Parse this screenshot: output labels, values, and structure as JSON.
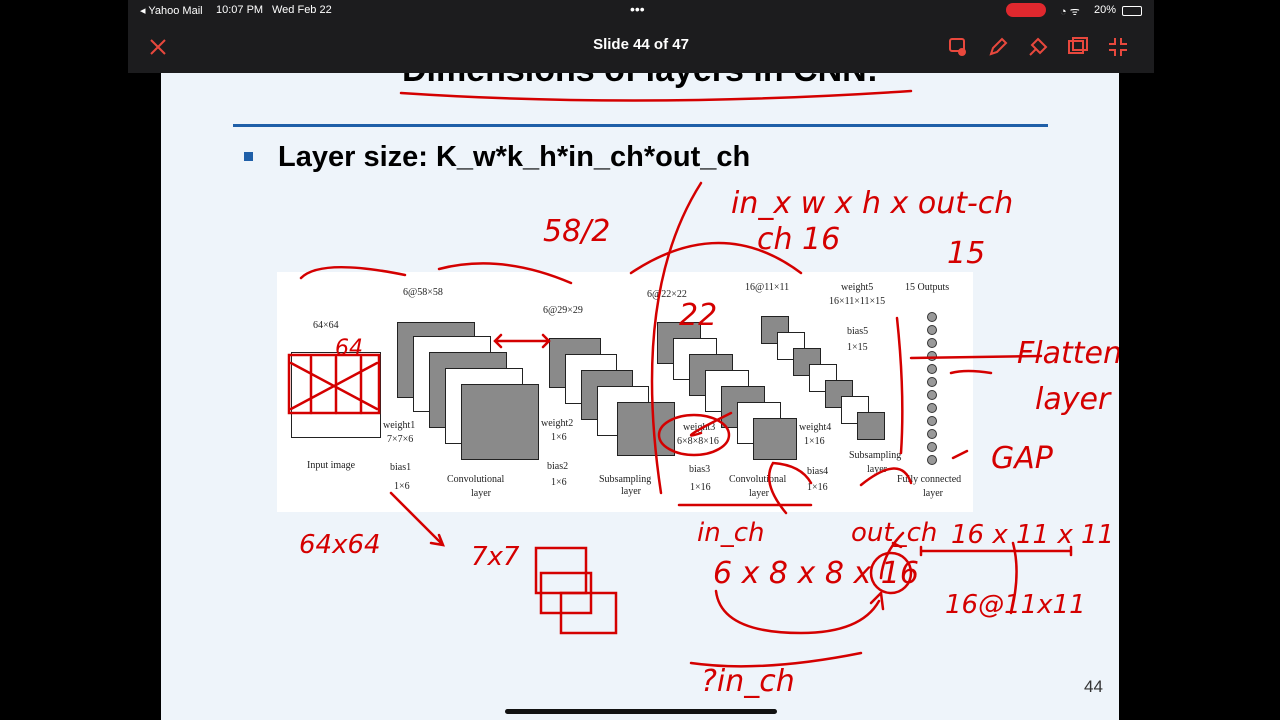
{
  "status": {
    "carrier": "◂ Yahoo Mail",
    "time": "10:07 PM",
    "date": "Wed Feb 22",
    "battery": "20%"
  },
  "toolbar": {
    "title": "Slide 44 of 47"
  },
  "slide": {
    "title": "Dimensions of layers in CNN:",
    "bullet": "Layer size: K_w*k_h*in_ch*out_ch",
    "page_number": "44"
  },
  "diagram": {
    "input_size": "64×64",
    "input_label": "Input image",
    "c1_size": "6@58×58",
    "c1_weight": "weight1",
    "c1_weight_dim": "7×7×6",
    "c1_bias": "bias1",
    "c1_bias_dim": "1×6",
    "c1_label_1": "Convolutional",
    "c1_label_2": "layer",
    "s1_size": "6@29×29",
    "s1_weight": "weight2",
    "s1_weight_dim": "1×6",
    "s1_bias": "bias2",
    "s1_bias_dim": "1×6",
    "s1_label_1": "Subsampling",
    "s1_label_2": "layer",
    "c2_size": "6@22×22",
    "c2_weight": "weight3",
    "c2_weight_dim": "6×8×8×16",
    "c2_bias": "bias3",
    "c2_bias_dim": "1×16",
    "c2_label_1": "Convolutional",
    "c2_label_2": "layer",
    "s2_size": "16@11×11",
    "s2_weight": "weight4",
    "s2_weight_dim": "1×16",
    "s2_bias": "bias4",
    "s2_bias_dim": "1×16",
    "s2_label_1": "Subsampling",
    "s2_label_2": "layer",
    "fc_weight": "weight5",
    "fc_weight_dim": "16×11×11×15",
    "fc_bias": "bias5",
    "fc_bias_dim": "1×15",
    "fc_outputs": "15 Outputs",
    "fc_label_1": "Fully connected",
    "fc_label_2": "layer"
  },
  "handwriting": {
    "formula": "in_x w x h x out-ch",
    "ch16": "ch 16",
    "n15": "15",
    "half": "58/2",
    "n22": "22",
    "n64": "64",
    "flatten_1": "Flatten",
    "flatten_2": "layer",
    "gap": "GAP",
    "size64": "64x64",
    "k7x7": "7x7",
    "in_ch": "in_ch",
    "out_ch": "out_ch",
    "weights": "6 x 8 x 8 x 16",
    "dims": "16 x 11 x 11",
    "dims2": "16@11x11",
    "in_ch2": "?in_ch"
  }
}
